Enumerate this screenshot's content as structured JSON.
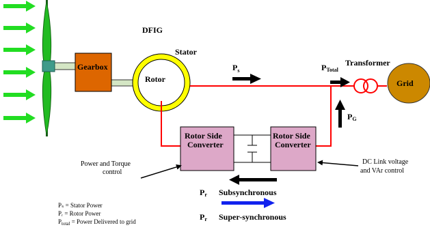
{
  "labels": {
    "dfig": "DFIG",
    "stator": "Stator",
    "gearbox": "Gearbox",
    "rotor": "Rotor",
    "ps_main": "P",
    "ps_sub": "s",
    "ptotal_main": "P",
    "ptotal_sub": "Total",
    "transformer": "Transformer",
    "grid": "Grid",
    "pg_main": "P",
    "pg_sub": "G",
    "rsc_left_line1": "Rotor Side",
    "rsc_left_line2": "Converter",
    "rsc_right_line1": "Rotor Side",
    "rsc_right_line2": "Converter",
    "power_torque_line1": "Power and Torque",
    "power_torque_line2": "control",
    "dc_link_line1": "DC Link voltage",
    "dc_link_line2": "and VAr control",
    "pr1_main": "P",
    "pr1_sub": "r",
    "subsynchronous": "Subsynchronous",
    "pr2_main": "P",
    "pr2_sub": "r",
    "supersynchronous": "Super-synchronous",
    "legend1": "Pₛ = Stator Power",
    "legend2": "Pᵣ = Rotor Power",
    "legend3_main": "P",
    "legend3_sub": "total",
    "legend3_rest": " = Power Delivered to grid"
  },
  "colors": {
    "wind_arrows": "#22dd22",
    "gearbox": "#dd6600",
    "stator_ring": "#ffff00",
    "power_line": "#ff0000",
    "converter": "#dda8c8",
    "grid": "#cc8800",
    "super_sync_arrow": "#1122ee"
  }
}
